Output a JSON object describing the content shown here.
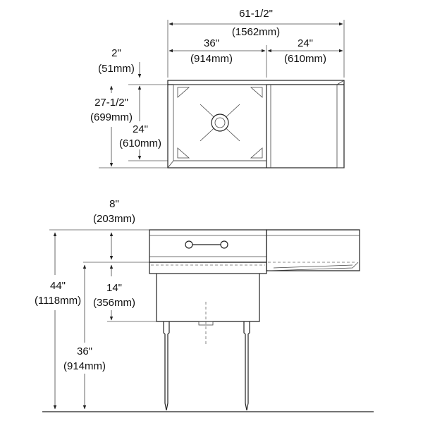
{
  "top_view": {
    "overall_width": {
      "inch": "61-1/2\"",
      "mm": "(1562mm)"
    },
    "bowl_width": {
      "inch": "36\"",
      "mm": "(914mm)"
    },
    "drainboard_width": {
      "inch": "24\"",
      "mm": "(610mm)"
    },
    "backsplash_depth": {
      "inch": "2\"",
      "mm": "(51mm)"
    },
    "overall_depth": {
      "inch": "27-1/2\"",
      "mm": "(699mm)"
    },
    "bowl_depth": {
      "inch": "24\"",
      "mm": "(610mm)"
    }
  },
  "front_view": {
    "backsplash_height": {
      "inch": "8\"",
      "mm": "(203mm)"
    },
    "overall_height": {
      "inch": "44\"",
      "mm": "(1118mm)"
    },
    "bowl_height": {
      "inch": "14\"",
      "mm": "(356mm)"
    },
    "rim_height": {
      "inch": "36\"",
      "mm": "(914mm)"
    }
  }
}
